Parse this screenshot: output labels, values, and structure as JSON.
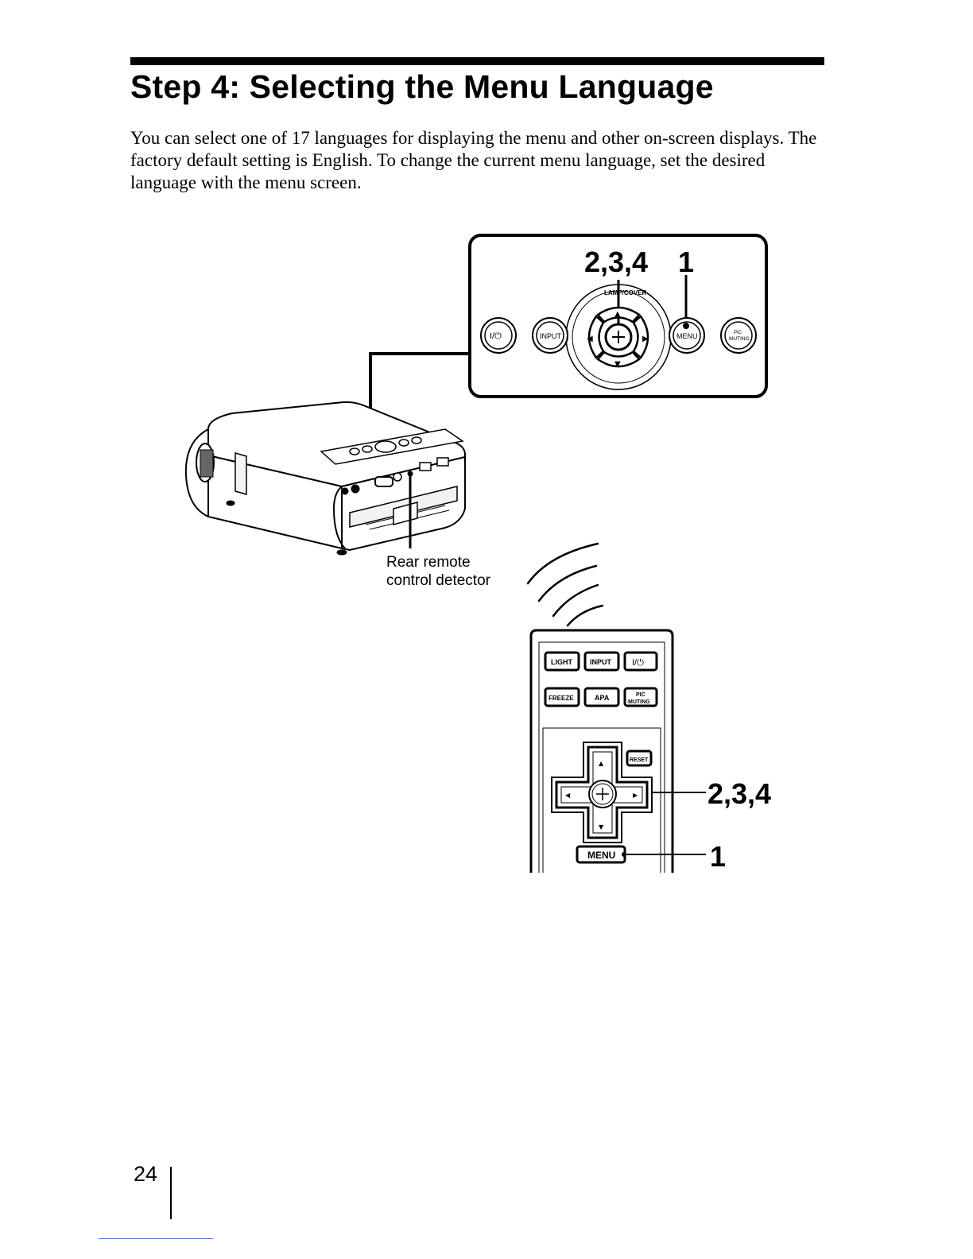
{
  "page": {
    "title": "Step 4: Selecting the Menu Language",
    "intro": "You can select one of 17 languages for displaying the menu and other on-screen displays. The factory default setting is English. To change the current menu language, set the desired language with the menu screen.",
    "page_number": "24"
  },
  "projector_panel": {
    "callout_steps": "2,3,4",
    "callout_menu": "1",
    "power_label": "I/⏻",
    "input_label": "INPUT",
    "menu_label": "MENU",
    "pic_label": "PIC",
    "muting_label": "MUTING",
    "lamp_cover_label": "LAMP/COVER"
  },
  "projector": {
    "detector_line1": "Rear remote",
    "detector_line2": "control detector"
  },
  "remote": {
    "light_label": "LIGHT",
    "input_label": "INPUT",
    "power_label": "I/⏻",
    "freeze_label": "FREEZE",
    "apa_label": "APA",
    "pic_label": "PIC",
    "muting_label": "MUTING",
    "reset_label": "RESET",
    "menu_label": "MENU",
    "callout_steps": "2,3,4",
    "callout_menu": "1"
  },
  "icons": [
    "power-icon",
    "arrow-up-icon",
    "arrow-down-icon",
    "arrow-left-icon",
    "arrow-right-icon",
    "enter-icon",
    "signal-waves-icon"
  ]
}
